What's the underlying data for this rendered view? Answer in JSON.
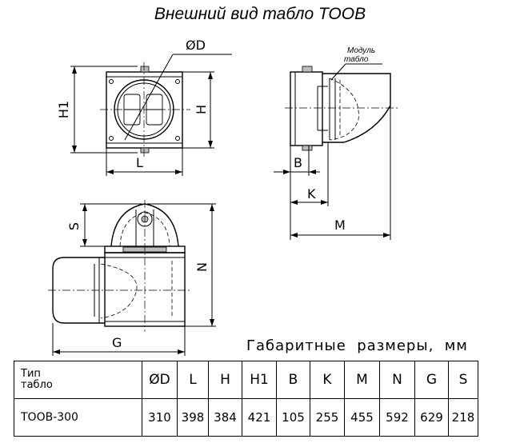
{
  "title": "Внешний вид табло ТООВ",
  "labels": {
    "dia_d": "ØD",
    "h1": "H1",
    "h": "H",
    "l": "L",
    "module_line1": "Модуль",
    "module_line2": "табло",
    "b": "B",
    "k": "K",
    "m": "M",
    "s": "S",
    "n": "N",
    "g": "G"
  },
  "caption": "Габаритные  размеры,  мм",
  "table": {
    "header_line1": "Тип",
    "header_line2": "табло",
    "columns": [
      "ØD",
      "L",
      "H",
      "H1",
      "B",
      "K",
      "M",
      "N",
      "G",
      "S"
    ],
    "rows": [
      {
        "type": "ТООВ-300",
        "values": [
          "310",
          "398",
          "384",
          "421",
          "105",
          "255",
          "455",
          "592",
          "629",
          "218"
        ]
      }
    ]
  }
}
